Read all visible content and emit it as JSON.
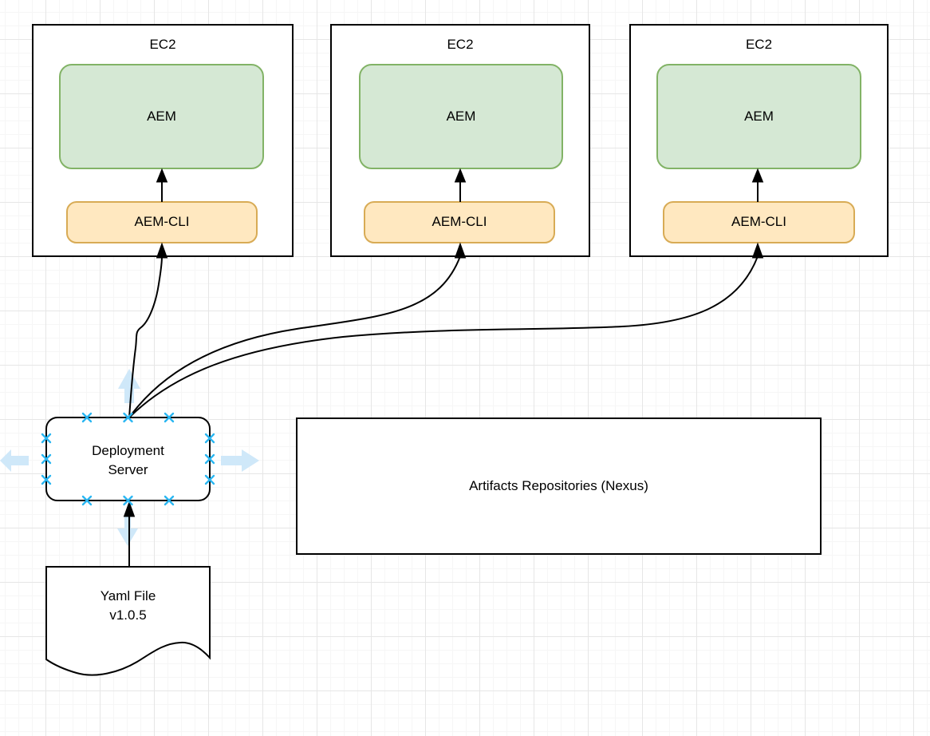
{
  "diagram": {
    "ec2_instances": [
      {
        "title": "EC2",
        "app_label": "AEM",
        "cli_label": "AEM-CLI"
      },
      {
        "title": "EC2",
        "app_label": "AEM",
        "cli_label": "AEM-CLI"
      },
      {
        "title": "EC2",
        "app_label": "AEM",
        "cli_label": "AEM-CLI"
      }
    ],
    "deployment_server": {
      "label": "Deployment\nServer"
    },
    "artifacts_repository": {
      "label": "Artifacts Repositories (Nexus)"
    },
    "yaml_file": {
      "label": "Yaml File\nv1.0.5"
    },
    "colors": {
      "canvas_background": "#ffffff",
      "grid_minor": "#f6f6f6",
      "grid_major": "#e6e6e6",
      "shape_fill": "#ffffff",
      "shape_stroke": "#000000",
      "aem_fill": "#d5e8d4",
      "aem_stroke": "#82b366",
      "cli_fill": "#ffe8c0",
      "cli_stroke": "#d8ab55",
      "connection_point": "#29b6f2",
      "hover_arrow": "#cfe8f9"
    }
  }
}
